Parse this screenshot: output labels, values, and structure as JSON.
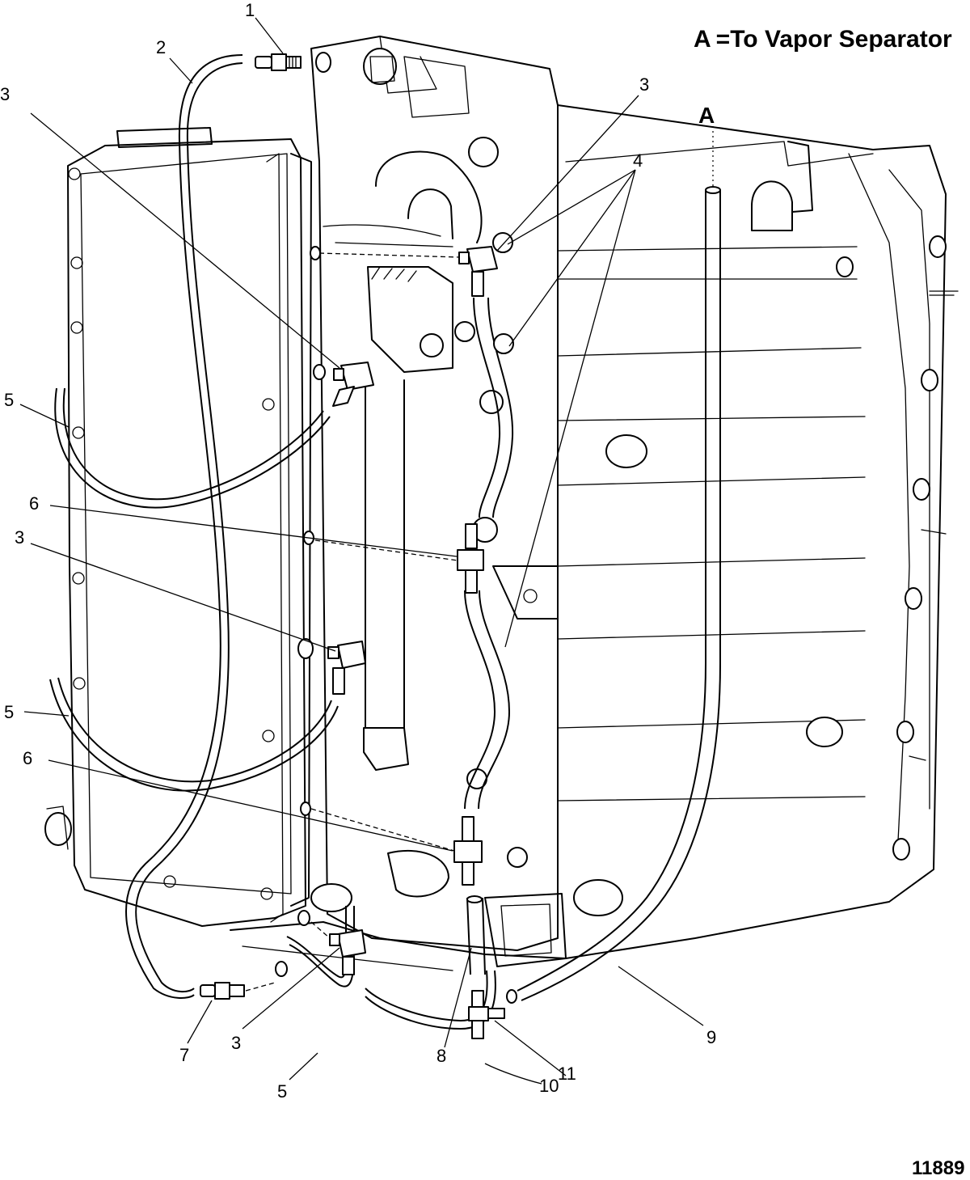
{
  "legend": {
    "letter": "A",
    "text": "=To Vapor Separator"
  },
  "point_label": "A",
  "figure_number": "11889",
  "callouts": {
    "c1": "1",
    "c2": "2",
    "c3a": "3",
    "c3b": "3",
    "c3c": "3",
    "c3d": "3",
    "c4": "4",
    "c5a": "5",
    "c5b": "5",
    "c5c": "5",
    "c6a": "6",
    "c6b": "6",
    "c7": "7",
    "c8": "8",
    "c9": "9",
    "c10": "10",
    "c11": "11"
  }
}
